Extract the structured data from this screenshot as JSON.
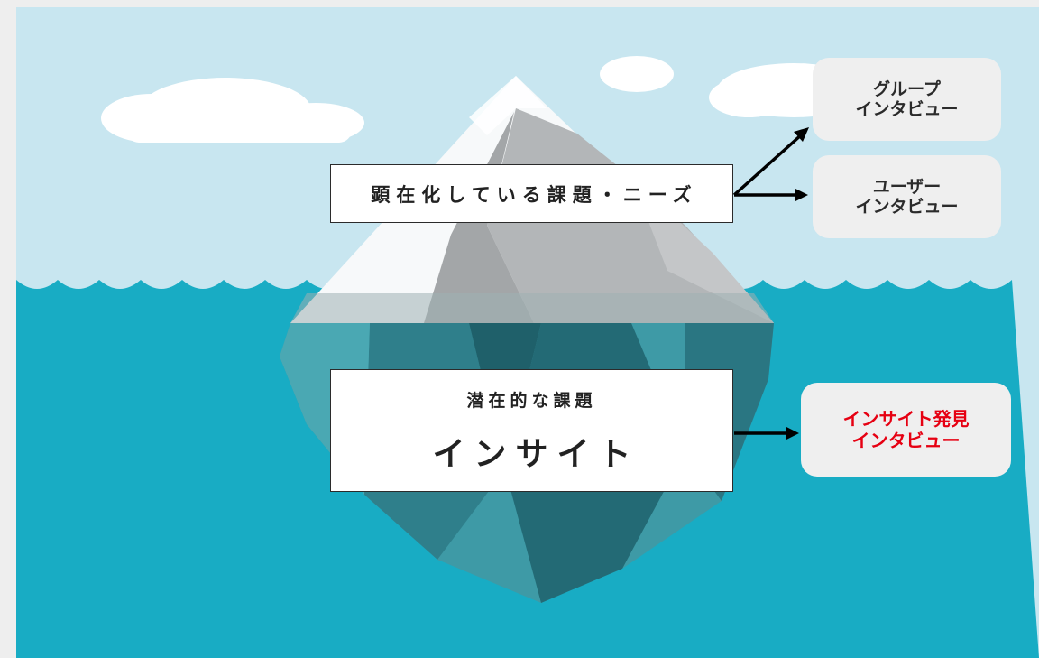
{
  "surface": {
    "label": "顕在化している課題・ニーズ"
  },
  "hidden": {
    "sub_label": "潜在的な課題",
    "main_label": "インサイト"
  },
  "targets": {
    "group": [
      "グループ",
      "インタビュー"
    ],
    "user": [
      "ユーザー",
      "インタビュー"
    ],
    "insight": [
      "インサイト発見",
      "インタビュー"
    ]
  },
  "colors": {
    "sky": "#c8e6f0",
    "sea": "#18acc4",
    "highlight": "#e60012",
    "tag_bg": "#efefef"
  }
}
